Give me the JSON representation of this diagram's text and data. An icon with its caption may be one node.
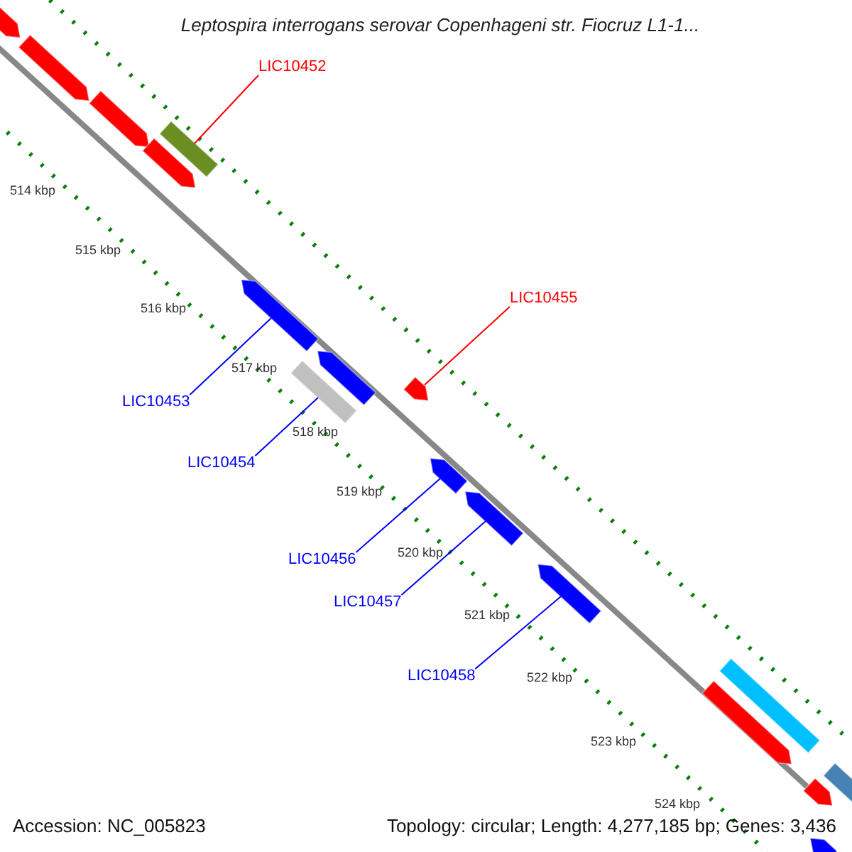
{
  "diagram": {
    "title": "Leptospira interrogans serovar Copenhageni str. Fiocruz L1-1...",
    "nodes": [
      {
        "text": [
          "LIC10452"
        ]
      },
      {
        "text": [],
        "shape": "box"
      },
      {
        "text": [
          "LIC10455"
        ]
      },
      {
        "text": [],
        "shape": "pentagon"
      },
      {
        "text": [
          "LIC10453"
        ]
      },
      {
        "text": [],
        "shape": "pentagon"
      },
      {
        "text": [
          "LIC10454"
        ]
      },
      {
        "text": [],
        "shape": "box"
      },
      {
        "text": [
          "LIC10456"
        ]
      },
      {
        "text": [],
        "shape": "pentagon"
      },
      {
        "text": [
          "LIC10457"
        ]
      },
      {
        "text": [],
        "shape": "pentagon"
      },
      {
        "text": [
          "LIC10458"
        ]
      },
      {
        "text": [],
        "shape": "pentagon"
      },
      {
        "text": [],
        "shape": "pentagon"
      },
      {
        "text": [],
        "shape": "pentagon"
      },
      {
        "text": [],
        "shape": "pentagon"
      },
      {
        "text": [],
        "shape": "pentagon"
      },
      {
        "text": [],
        "shape": "pentagon"
      },
      {
        "text": [],
        "shape": "pentagon"
      },
      {
        "text": [],
        "shape": "box"
      },
      {
        "text": [],
        "shape": "pentagon"
      },
      {
        "text": [],
        "shape": "box"
      },
      {
        "text": [],
        "shape": "pentagon"
      }
    ],
    "edges": [
      {
        "from": 0,
        "to": 1,
        "arrow": "none",
        "color": "#ff0000"
      },
      {
        "from": 2,
        "to": 3,
        "arrow": "none",
        "color": "#ff0000"
      },
      {
        "from": 4,
        "to": 5,
        "arrow": "none"
      },
      {
        "from": 6,
        "to": 7,
        "arrow": "none"
      },
      {
        "from": 8,
        "to": 9,
        "arrow": "none"
      },
      {
        "from": 10,
        "to": 11,
        "arrow": "none"
      },
      {
        "from": 12,
        "to": 13,
        "arrow": "none"
      }
    ],
    "labels": [
      "514 kbp",
      "515 kbp",
      "516 kbp",
      "517 kbp",
      "518 kbp",
      "519 kbp",
      "520 kbp",
      "521 kbp",
      "522 kbp",
      "523 kbp",
      "524 kbp",
      "Accession: NC_005823",
      "Topology: circular; Length: 4,277,185 bp; Genes: 3,436"
    ]
  }
}
